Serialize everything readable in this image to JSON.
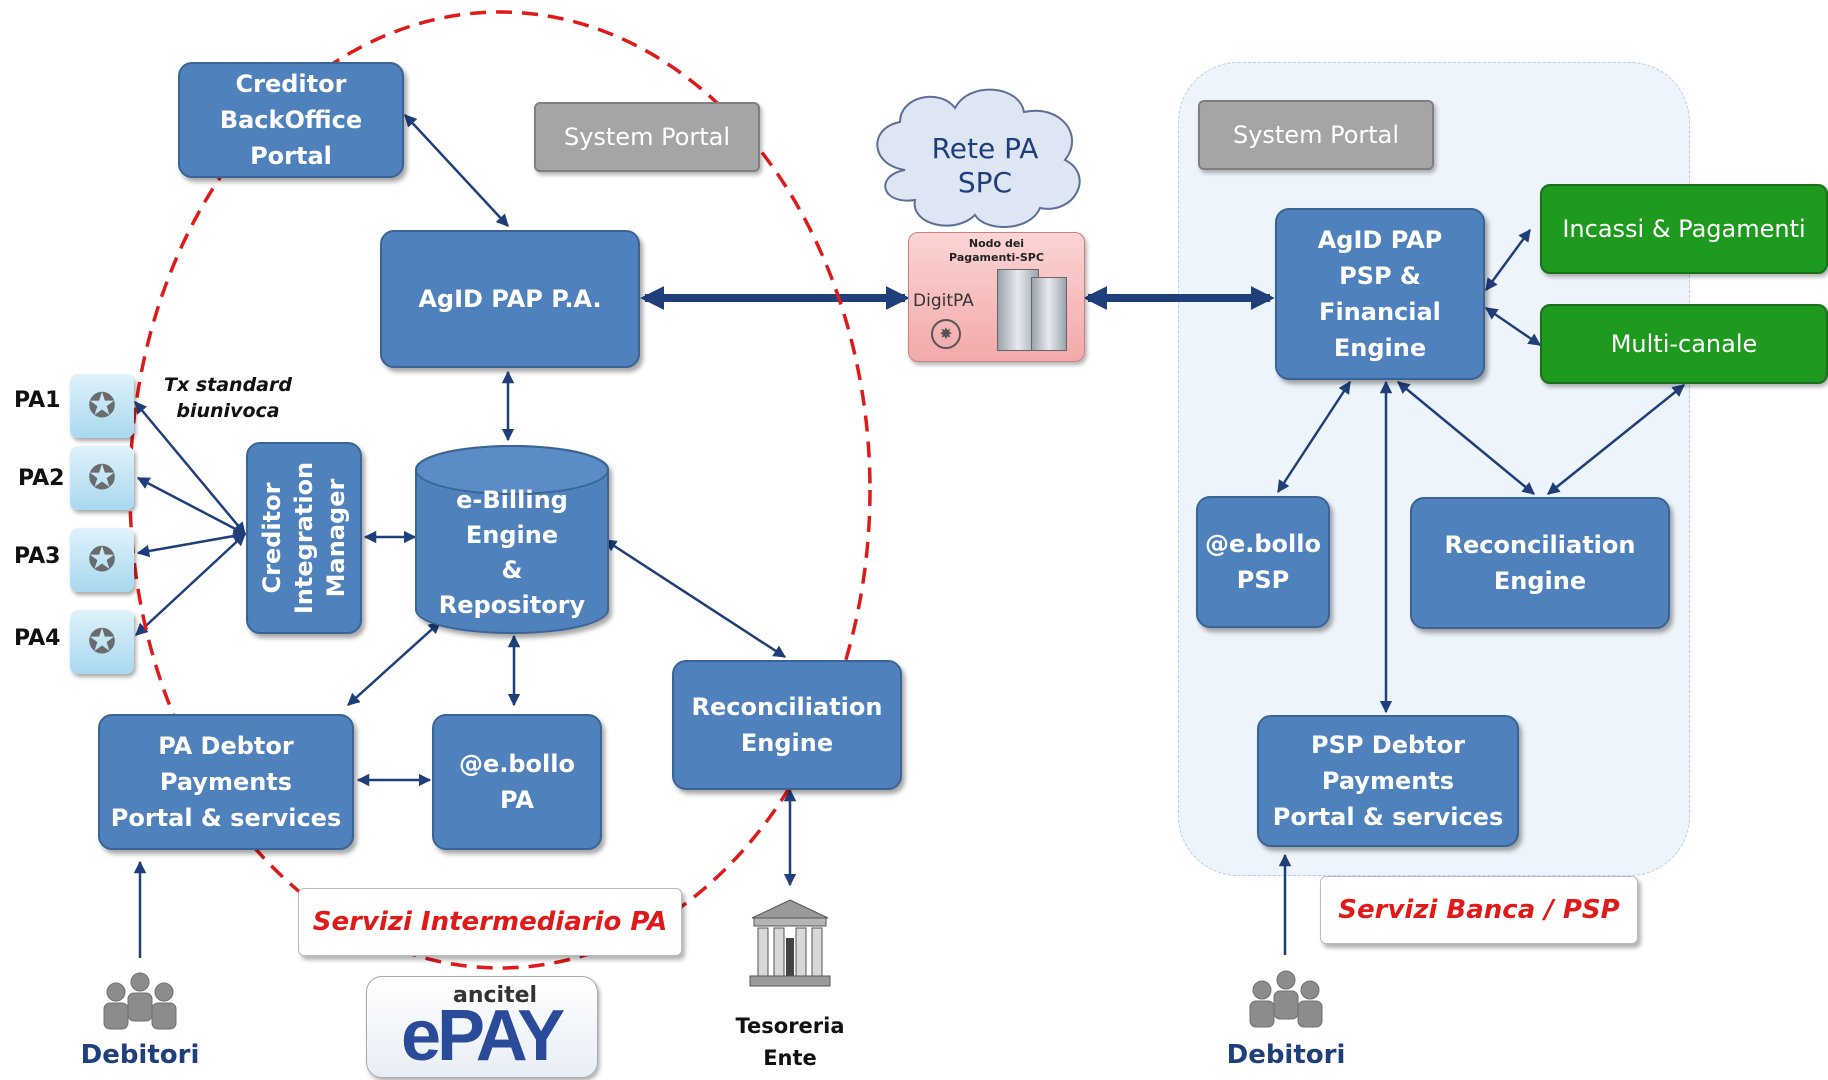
{
  "boxes": {
    "creditor_backoffice": "Creditor\nBackOffice\nPortal",
    "agid_pa": "AgID PAP P.A.",
    "creditor_integration": "Creditor\nIntegration\nManager",
    "ebilling": "e-Billing\nEngine\n&\nRepository",
    "pa_debtor": "PA Debtor\nPayments\nPortal & services",
    "ebollo_pa": "@e.bollo\nPA",
    "reconciliation_left": "Reconciliation\nEngine",
    "agid_psp": "AgID PAP\nPSP &\nFinancial\nEngine",
    "ebollo_psp": "@e.bollo\nPSP",
    "reconciliation_right": "Reconciliation\nEngine",
    "psp_debtor": "PSP Debtor\nPayments\nPortal & services",
    "incassi": "Incassi & Pagamenti",
    "multicanale": "Multi-canale",
    "system_portal_left": "System Portal",
    "system_portal_right": "System Portal"
  },
  "cloud": {
    "line1": "Rete PA",
    "line2": "SPC"
  },
  "nodo": {
    "title_line1": "Nodo dei",
    "title_line2": "Pagamenti-SPC",
    "logo": "DigitPA"
  },
  "pa_list": [
    "PA1",
    "PA2",
    "PA3",
    "PA4"
  ],
  "tx_note": {
    "line1": "Tx standard",
    "line2": "biunivoca"
  },
  "tags": {
    "left": "Servizi Intermediario PA",
    "right": "Servizi Banca / PSP"
  },
  "debitori_left": "Debitori",
  "debitori_right": "Debitori",
  "tesoreria": {
    "line1": "Tesoreria",
    "line2": "Ente"
  },
  "epay_logo": {
    "brand": "ancitel",
    "mark": "ePAY"
  },
  "colors": {
    "box_blue": "#4f81bd",
    "green": "#1e9b1e",
    "red_dash": "#e01919",
    "arrow": "#1f3f7a"
  },
  "icons": [
    "italian-emblem-icon",
    "people-group-icon",
    "bank-building-icon",
    "server-icon",
    "cloud-icon"
  ]
}
